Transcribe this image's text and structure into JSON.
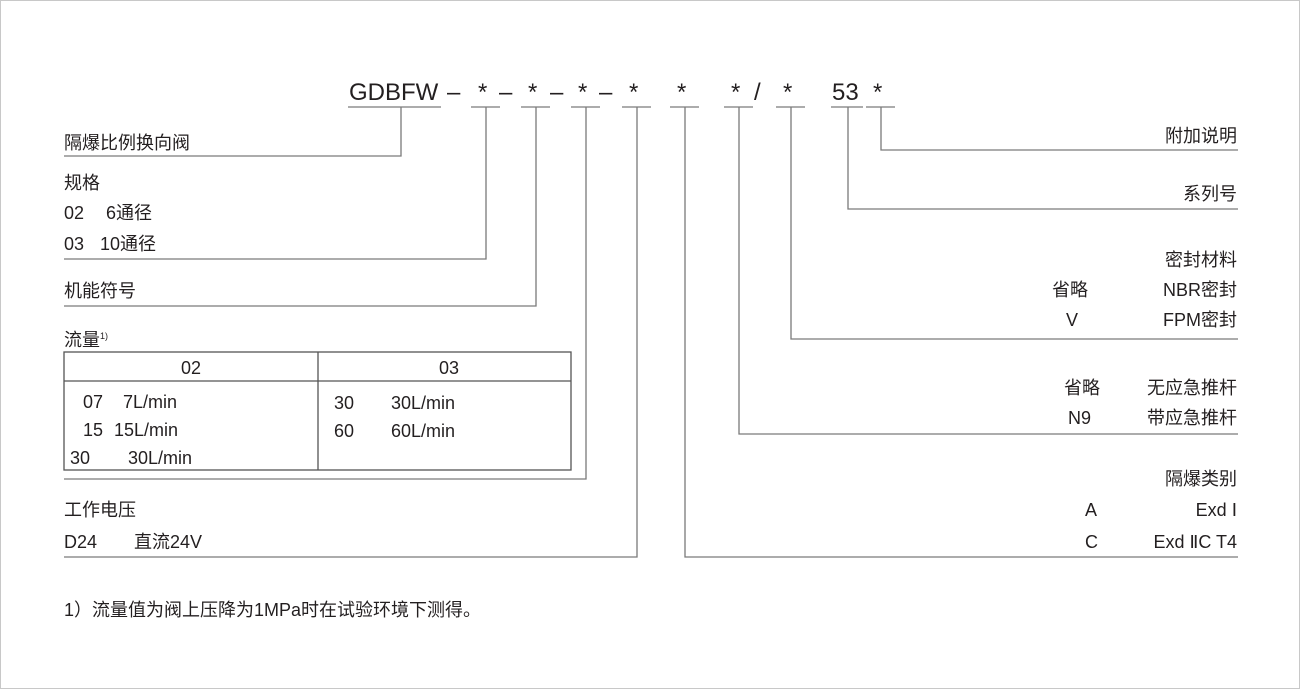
{
  "code": {
    "prefix": "GDBFW",
    "d1": "–",
    "s1": "*",
    "d2": "–",
    "s2": "*",
    "d3": "–",
    "s3": "*",
    "d4": "–",
    "s4": "*",
    "s5": "*",
    "s6": "*",
    "slash": "/",
    "s7": "*",
    "series": "53",
    "s8": "*"
  },
  "left": {
    "valve_type": "隔爆比例换向阀",
    "size": {
      "title": "规格",
      "rows": [
        [
          "02",
          "6通径"
        ],
        [
          "03",
          "10通径"
        ]
      ]
    },
    "function": "机能符号",
    "flow": {
      "title": "流量",
      "note": "1)",
      "headers": [
        "02",
        "03"
      ],
      "col02": [
        [
          "07",
          "7L/min"
        ],
        [
          "15",
          "15L/min"
        ],
        [
          "30",
          "30L/min"
        ]
      ],
      "col03": [
        [
          "30",
          "30L/min"
        ],
        [
          "60",
          "60L/min"
        ]
      ]
    },
    "voltage": {
      "title": "工作电压",
      "code": "D24",
      "desc": "直流24V"
    }
  },
  "right": {
    "extra": "附加说明",
    "series": "系列号",
    "seal": {
      "title": "密封材料",
      "rows": [
        [
          "省略",
          "NBR密封"
        ],
        [
          "V",
          "FPM密封"
        ]
      ]
    },
    "emergency": {
      "rows": [
        [
          "省略",
          "无应急推杆"
        ],
        [
          "N9",
          "带应急推杆"
        ]
      ]
    },
    "explosion": {
      "title": "隔爆类别",
      "rows": [
        [
          "A",
          "Exd Ⅰ"
        ],
        [
          "C",
          "Exd ⅡC T4"
        ]
      ]
    }
  },
  "footnote": "1）流量值为阀上压降为1MPa时在试验环境下测得。"
}
